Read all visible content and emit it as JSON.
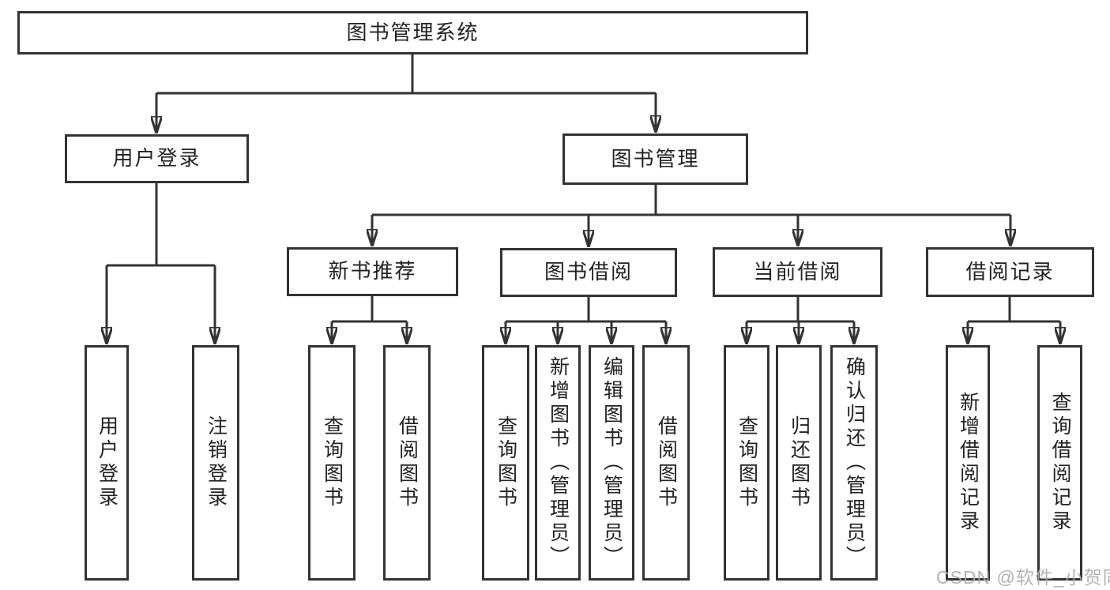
{
  "diagram": {
    "title": "图书管理系统",
    "branches": [
      {
        "label": "用户登录",
        "leaves": [
          "用户登录",
          "注销登录"
        ]
      },
      {
        "label": "图书管理",
        "groups": [
          {
            "label": "新书推荐",
            "leaves": [
              "查询图书",
              "借阅图书"
            ]
          },
          {
            "label": "图书借阅",
            "leaves": [
              "查询图书",
              "新增图书（管理员）",
              "编辑图书（管理员）",
              "借阅图书"
            ]
          },
          {
            "label": "当前借阅",
            "leaves": [
              "查询图书",
              "归还图书",
              "确认归还（管理员）"
            ]
          },
          {
            "label": "借阅记录",
            "leaves": [
              "新增借阅记录",
              "查询借阅记录"
            ]
          }
        ]
      }
    ]
  },
  "watermark": {
    "text": "CSDN @软件_小贺同学"
  },
  "colors": {
    "line": "#333333",
    "box_border": "#333333",
    "text": "#222222",
    "watermark": "#ababab",
    "background": "#ffffff"
  }
}
